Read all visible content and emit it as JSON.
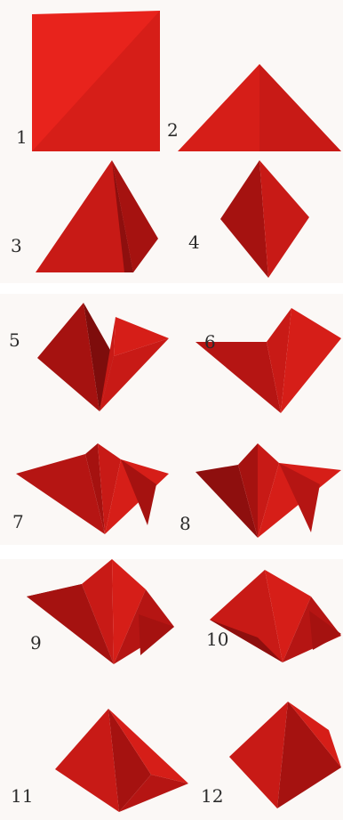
{
  "steps": [
    {
      "number": "1"
    },
    {
      "number": "2"
    },
    {
      "number": "3"
    },
    {
      "number": "4"
    },
    {
      "number": "5"
    },
    {
      "number": "6"
    },
    {
      "number": "7"
    },
    {
      "number": "8"
    },
    {
      "number": "9"
    },
    {
      "number": "10"
    },
    {
      "number": "11"
    },
    {
      "number": "12"
    }
  ],
  "colors": {
    "paper_red": "#e0201a",
    "paper_mid": "#c81a16",
    "paper_dark": "#a51210",
    "paper_shadow": "#7e0d0c",
    "label_text": "#2b2b2b",
    "panel_bg": "#fbf8f6"
  }
}
